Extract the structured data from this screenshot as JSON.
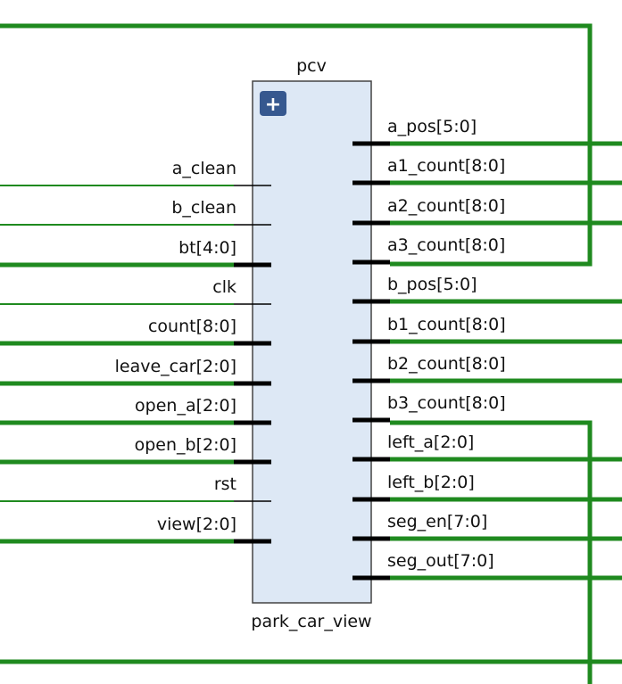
{
  "block": {
    "instance_name": "pcv",
    "module_name": "park_car_view",
    "expand_icon": "plus-icon"
  },
  "colors": {
    "wire": "#1f8a1f",
    "block_fill": "#dde8f5",
    "expand_button": "#36588f"
  },
  "input_ports": [
    {
      "name": "a_clean",
      "bus": false
    },
    {
      "name": "b_clean",
      "bus": false
    },
    {
      "name": "bt[4:0]",
      "bus": true
    },
    {
      "name": "clk",
      "bus": false
    },
    {
      "name": "count[8:0]",
      "bus": true
    },
    {
      "name": "leave_car[2:0]",
      "bus": true
    },
    {
      "name": "open_a[2:0]",
      "bus": true
    },
    {
      "name": "open_b[2:0]",
      "bus": true
    },
    {
      "name": "rst",
      "bus": false
    },
    {
      "name": "view[2:0]",
      "bus": true
    }
  ],
  "output_ports": [
    {
      "name": "a_pos[5:0]",
      "bus": true
    },
    {
      "name": "a1_count[8:0]",
      "bus": true
    },
    {
      "name": "a2_count[8:0]",
      "bus": true
    },
    {
      "name": "a3_count[8:0]",
      "bus": true
    },
    {
      "name": "b_pos[5:0]",
      "bus": true
    },
    {
      "name": "b1_count[8:0]",
      "bus": true
    },
    {
      "name": "b2_count[8:0]",
      "bus": true
    },
    {
      "name": "b3_count[8:0]",
      "bus": true
    },
    {
      "name": "left_a[2:0]",
      "bus": true
    },
    {
      "name": "left_b[2:0]",
      "bus": true
    },
    {
      "name": "seg_en[7:0]",
      "bus": true
    },
    {
      "name": "seg_out[7:0]",
      "bus": true
    }
  ]
}
